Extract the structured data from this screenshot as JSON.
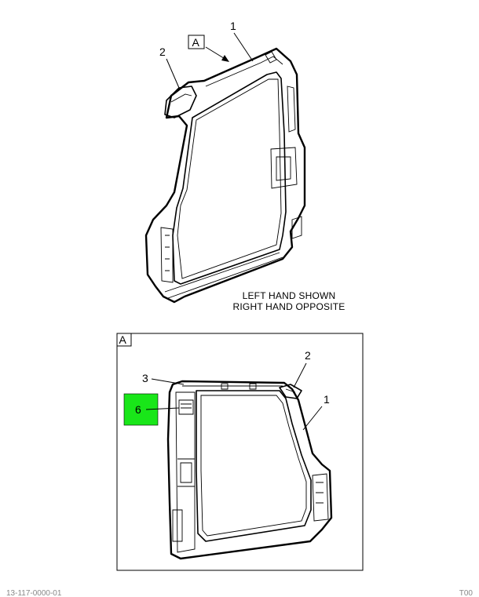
{
  "top_view": {
    "view_label": "A",
    "callouts": [
      "1",
      "2"
    ],
    "note_line1": "LEFT HAND SHOWN",
    "note_line2": "RIGHT HAND OPPOSITE"
  },
  "detail_view": {
    "view_label": "A",
    "callouts": [
      "1",
      "2",
      "3",
      "6"
    ],
    "highlight_color": "#19e619"
  },
  "footer": {
    "left": "13-117-0000-01",
    "right": "T00"
  }
}
